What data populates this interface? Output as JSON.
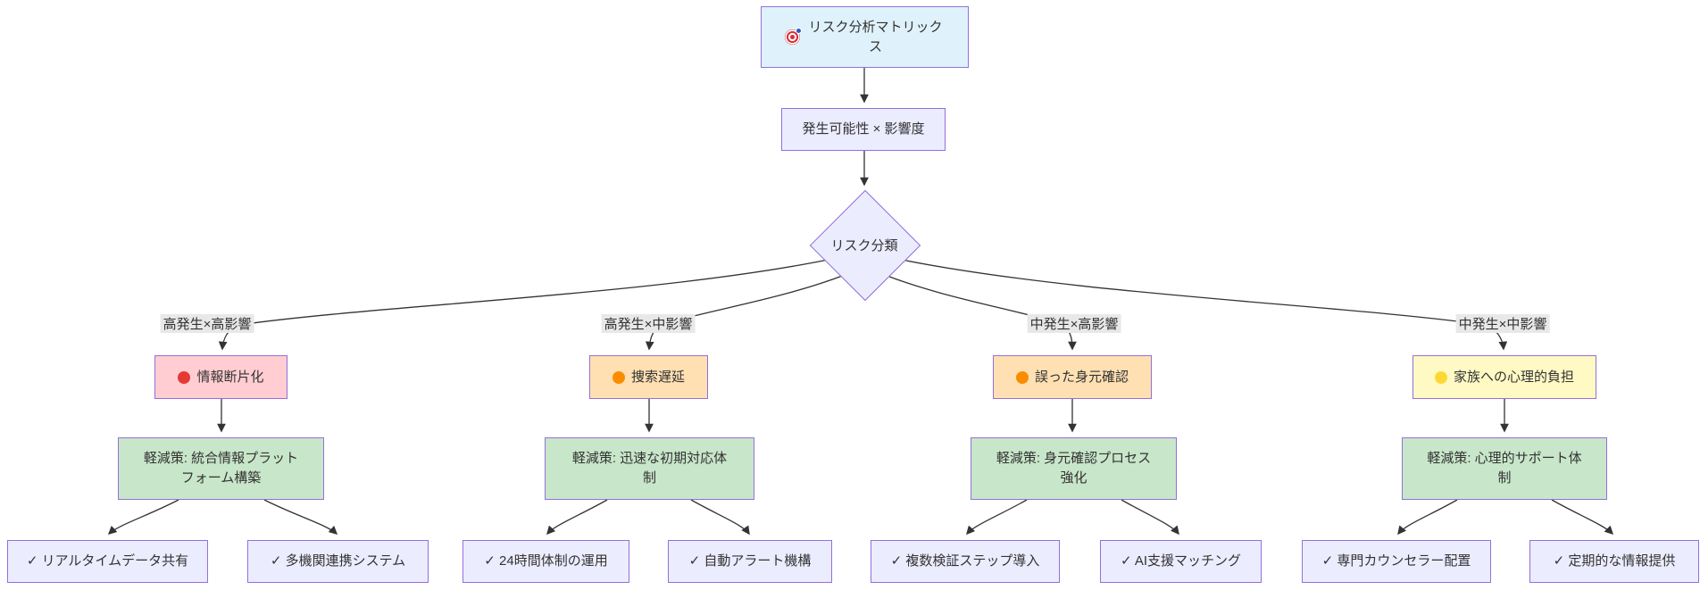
{
  "style": {
    "background": "#ffffff",
    "node_border_color": "#9370db",
    "edge_color": "#333333",
    "text_color": "#333333",
    "edge_label_bg": "#e8e8e8",
    "root_fill": "#dff2fb",
    "neutral_fill": "#ececff",
    "mitigation_fill": "#c8e6c9"
  },
  "diagram": {
    "type": "flowchart",
    "root": {
      "icon": "target-icon",
      "label": "リスク分析マトリックス"
    },
    "axis": {
      "label": "発生可能性 × 影響度"
    },
    "decision": {
      "label": "リスク分類"
    },
    "branches": [
      {
        "edge_label": "高発生×高影響",
        "risk": {
          "label": "情報断片化",
          "level_icon": "red-circle-icon",
          "fill": "#ffcdd2",
          "icon_color": "#e53935"
        },
        "mitigation": {
          "label": "軽減策: 統合情報プラットフォーム構築"
        },
        "actions": [
          {
            "label": "✓ リアルタイムデータ共有"
          },
          {
            "label": "✓ 多機関連携システム"
          }
        ]
      },
      {
        "edge_label": "高発生×中影響",
        "risk": {
          "label": "捜索遅延",
          "level_icon": "orange-circle-icon",
          "fill": "#ffe0b2",
          "icon_color": "#fb8c00"
        },
        "mitigation": {
          "label": "軽減策: 迅速な初期対応体制"
        },
        "actions": [
          {
            "label": "✓ 24時間体制の運用"
          },
          {
            "label": "✓ 自動アラート機構"
          }
        ]
      },
      {
        "edge_label": "中発生×高影響",
        "risk": {
          "label": "誤った身元確認",
          "level_icon": "orange-circle-icon",
          "fill": "#ffe0b2",
          "icon_color": "#fb8c00"
        },
        "mitigation": {
          "label": "軽減策: 身元確認プロセス強化"
        },
        "actions": [
          {
            "label": "✓ 複数検証ステップ導入"
          },
          {
            "label": "✓ AI支援マッチング"
          }
        ]
      },
      {
        "edge_label": "中発生×中影響",
        "risk": {
          "label": "家族への心理的負担",
          "level_icon": "yellow-circle-icon",
          "fill": "#fff9c4",
          "icon_color": "#fdd835"
        },
        "mitigation": {
          "label": "軽減策: 心理的サポート体制"
        },
        "actions": [
          {
            "label": "✓ 専門カウンセラー配置"
          },
          {
            "label": "✓ 定期的な情報提供"
          }
        ]
      }
    ]
  }
}
